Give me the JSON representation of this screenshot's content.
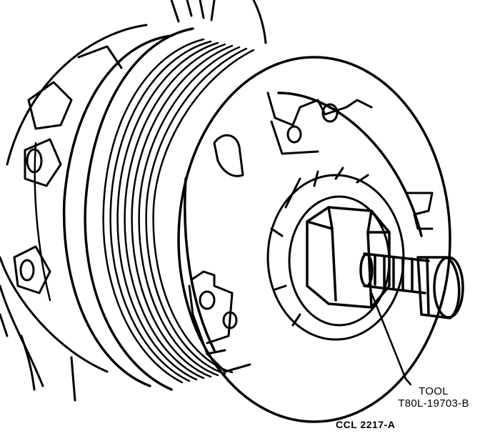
{
  "callout": {
    "line1": "TOOL",
    "line2": "T80L-19703-B"
  },
  "figure_code": "CCL 2217-A",
  "colors": {
    "ink": "#000000",
    "paper": "#ffffff"
  }
}
